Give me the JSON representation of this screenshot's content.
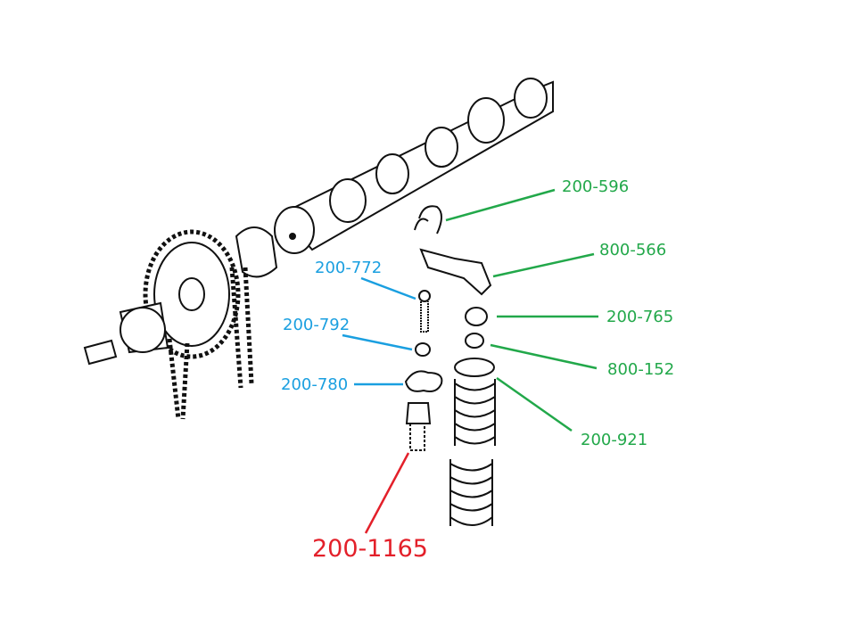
{
  "colors": {
    "green": "#22a84a",
    "blue": "#1a9fe0",
    "red": "#e3202a"
  },
  "labels": {
    "part_200_596": "200-596",
    "part_800_566": "800-566",
    "part_200_765": "200-765",
    "part_800_152": "800-152",
    "part_200_921": "200-921",
    "part_200_772": "200-772",
    "part_200_792": "200-792",
    "part_200_780": "200-780",
    "part_200_1165": "200-1165"
  }
}
